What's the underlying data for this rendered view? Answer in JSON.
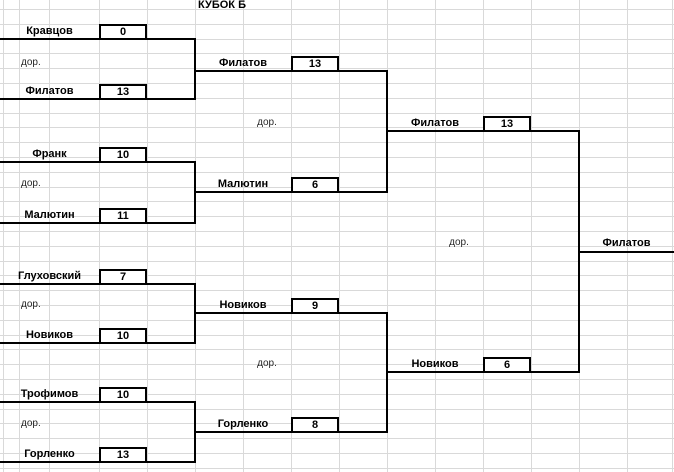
{
  "title": "КУБОК Б",
  "lane_label": "дор.",
  "rounds": {
    "r1": [
      {
        "p1": "Кравцов",
        "s1": "0",
        "p2": "Филатов",
        "s2": "13"
      },
      {
        "p1": "Франк",
        "s1": "10",
        "p2": "Малютин",
        "s2": "11"
      },
      {
        "p1": "Глуховский",
        "s1": "7",
        "p2": "Новиков",
        "s2": "10"
      },
      {
        "p1": "Трофимов",
        "s1": "10",
        "p2": "Горленко",
        "s2": "13"
      }
    ],
    "r2": [
      {
        "name": "Филатов",
        "score": "13"
      },
      {
        "name": "Малютин",
        "score": "6"
      },
      {
        "name": "Новиков",
        "score": "9"
      },
      {
        "name": "Горленко",
        "score": "8"
      }
    ],
    "r3": [
      {
        "name": "Филатов",
        "score": "13"
      },
      {
        "name": "Новиков",
        "score": "6"
      }
    ],
    "champion": "Филатов"
  },
  "colors": {
    "background": "#ffffff",
    "gridline": "#d9d9d9",
    "bracket_line": "#000000",
    "text": "#000000",
    "lane_text": "#262626"
  }
}
